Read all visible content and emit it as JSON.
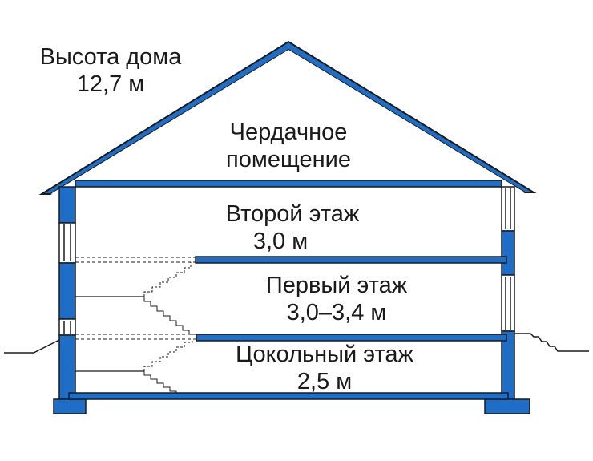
{
  "height_label": {
    "line1": "Высота дома",
    "line2": "12,7 м"
  },
  "attic": {
    "line1": "Чердачное",
    "line2": "помещение"
  },
  "second_floor": {
    "line1": "Второй этаж",
    "line2": "3,0 м"
  },
  "first_floor": {
    "line1": "Первый этаж",
    "line2": "3,0–3,4 м"
  },
  "basement": {
    "line1": "Цокольный этаж",
    "line2": "2,5 м"
  },
  "colors": {
    "structure": "#1e6ec8",
    "outline": "#1a1a1a",
    "background": "#ffffff"
  }
}
